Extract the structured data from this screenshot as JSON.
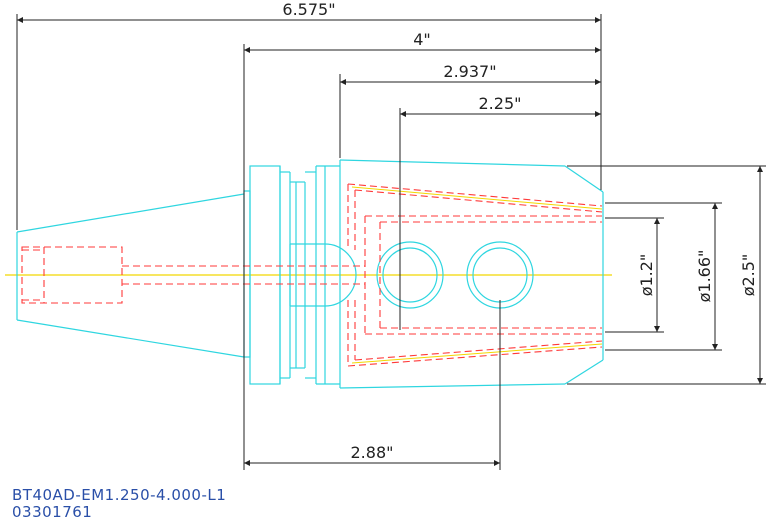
{
  "colors": {
    "outline": "#2fd6e0",
    "hidden": "#ff3a3a",
    "centerline": "#f2d800",
    "dimension": "#222222",
    "caption": "#2a4fa8"
  },
  "dimensions": {
    "overall_length": "6.575\"",
    "gauge_length": "4\"",
    "bore_depth": "2.937\"",
    "inner_depth": "2.25\"",
    "screw_position": "2.88\"",
    "dia_bore": "ø1.2\"",
    "dia_flange": "ø1.66\"",
    "dia_body": "ø2.5\""
  },
  "caption": {
    "part_number": "BT40AD-EM1.250-4.000-L1",
    "code": "03301761"
  }
}
